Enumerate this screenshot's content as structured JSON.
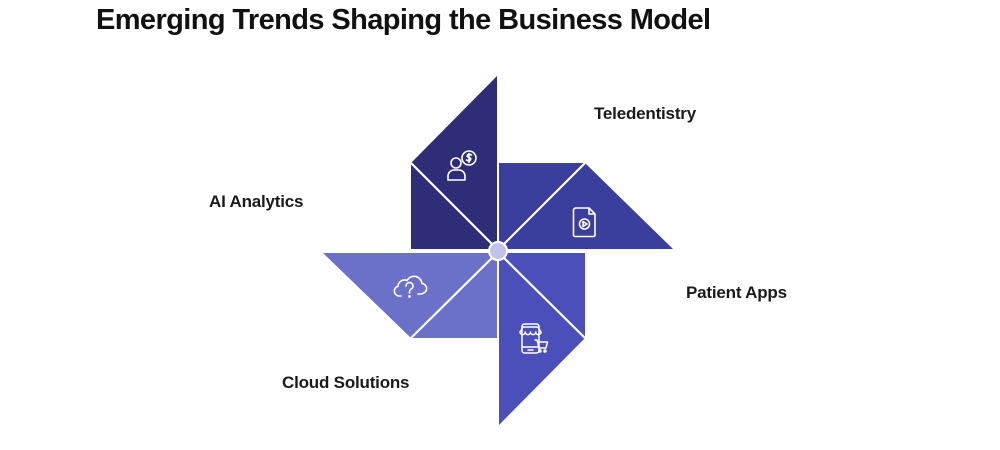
{
  "title": "Emerging Trends Shaping the Business Model",
  "colors": {
    "ai_analytics": "#2e2e78",
    "teledentistry": "#3a3e9c",
    "patient_apps": "#4a4fba",
    "cloud_solutions": "#6b70c8",
    "hub": "#c0c3e8",
    "divider": "#ffffff"
  },
  "segments": [
    {
      "id": "ai_analytics",
      "label": "AI Analytics",
      "icon": "user-dollar-icon"
    },
    {
      "id": "teledentistry",
      "label": "Teledentistry",
      "icon": "video-file-icon"
    },
    {
      "id": "patient_apps",
      "label": "Patient Apps",
      "icon": "mobile-shop-cart-icon"
    },
    {
      "id": "cloud_solutions",
      "label": "Cloud Solutions",
      "icon": "cloud-question-icon"
    }
  ]
}
